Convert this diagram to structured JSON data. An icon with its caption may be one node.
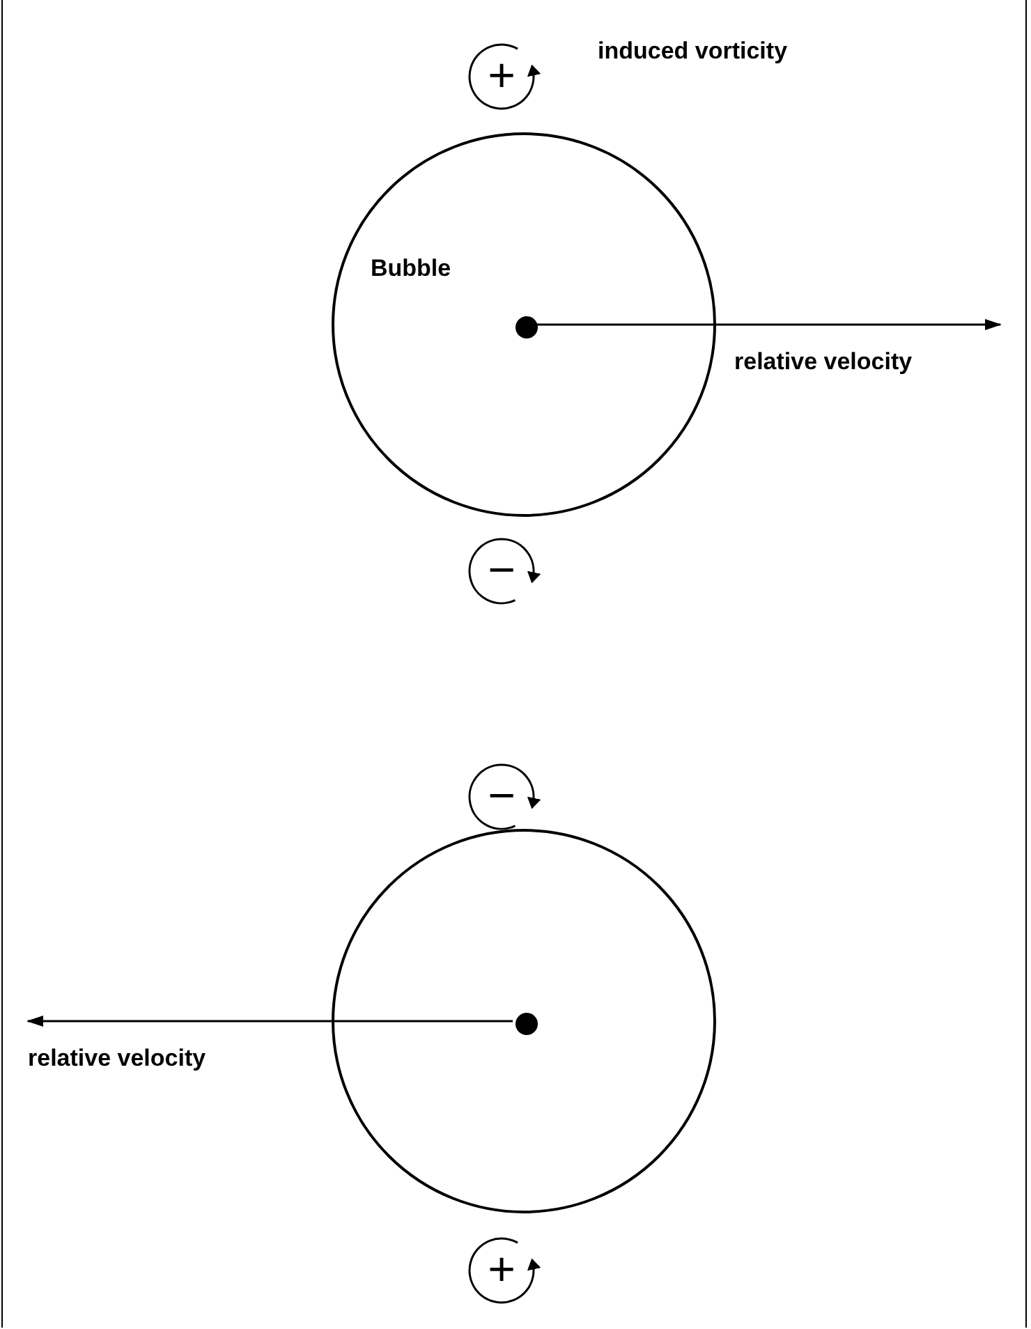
{
  "diagram": {
    "nodes": [
      {
        "text": [
          "+"
        ],
        "beside": [
          "induced vorticity"
        ]
      },
      {
        "text": [
          "Bubble"
        ]
      },
      {
        "text": [],
        "shape": "circle",
        "in": 1
      },
      {
        "text": [
          "−"
        ]
      },
      {
        "text": [
          "−"
        ]
      },
      {
        "text": [],
        "shape": "circle"
      },
      {
        "text": [],
        "shape": "circle",
        "in": 5
      },
      {
        "text": [
          "+"
        ]
      }
    ],
    "edges": [
      {
        "from": 2,
        "to": null,
        "arrow": "to",
        "label": "relative velocity"
      },
      {
        "from": 6,
        "to": null,
        "arrow": "to",
        "label": "relative velocity"
      }
    ]
  }
}
